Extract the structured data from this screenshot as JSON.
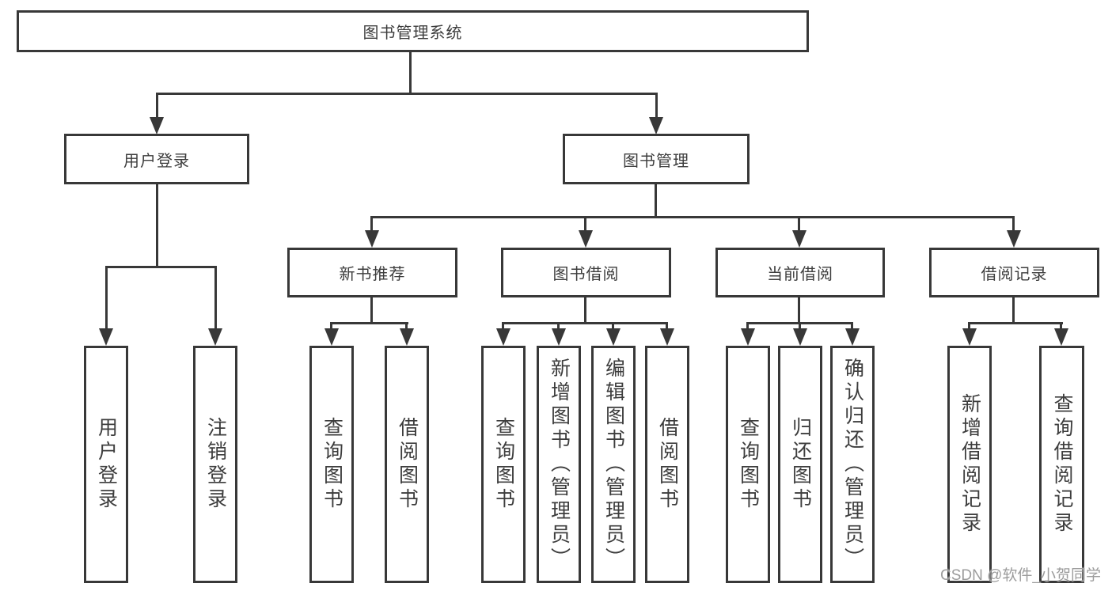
{
  "diagram": {
    "root": {
      "label": "图书管理系统"
    },
    "branches": [
      {
        "label": "用户登录",
        "children": [
          {
            "label": "用户登录"
          },
          {
            "label": "注销登录"
          }
        ]
      },
      {
        "label": "图书管理",
        "children": [
          {
            "label": "新书推荐",
            "children": [
              {
                "label": "查询图书"
              },
              {
                "label": "借阅图书"
              }
            ]
          },
          {
            "label": "图书借阅",
            "children": [
              {
                "label": "查询图书"
              },
              {
                "label": "新增图书（管理员）"
              },
              {
                "label": "编辑图书（管理员）"
              },
              {
                "label": "借阅图书"
              }
            ]
          },
          {
            "label": "当前借阅",
            "children": [
              {
                "label": "查询图书"
              },
              {
                "label": "归还图书"
              },
              {
                "label": "确认归还（管理员）"
              }
            ]
          },
          {
            "label": "借阅记录",
            "children": [
              {
                "label": "新增借阅记录"
              },
              {
                "label": "查询借阅记录"
              }
            ]
          }
        ]
      }
    ],
    "watermark": "CSDN @软件_小贺同学",
    "colors": {
      "line": "#383838",
      "text": "#3d3d3d",
      "watermark": "#9c9c9c",
      "background": "#ffffff"
    }
  }
}
